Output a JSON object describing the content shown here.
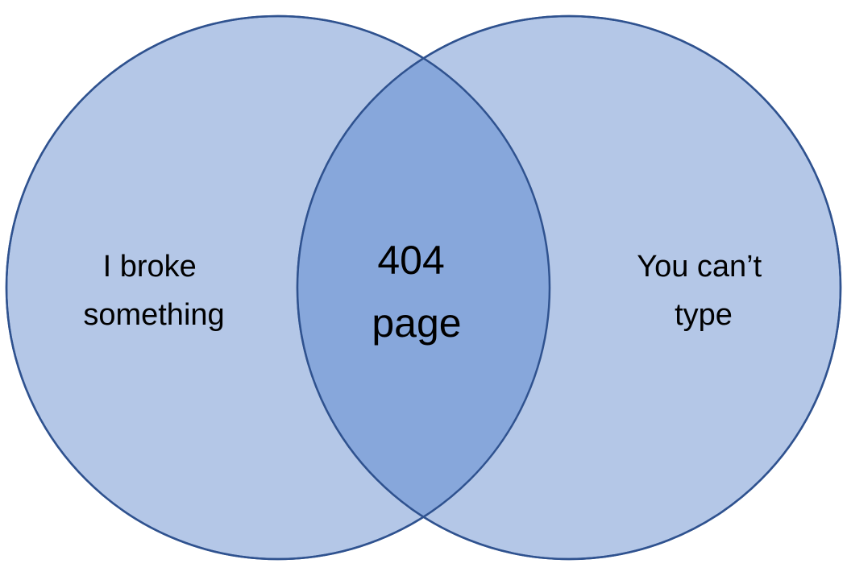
{
  "diagram": {
    "type": "venn",
    "sets": [
      {
        "label_lines": [
          "I broke",
          "something"
        ]
      },
      {
        "label_lines": [
          "You can’t",
          "type"
        ]
      }
    ],
    "intersection": {
      "label_lines": [
        "404",
        "page"
      ]
    },
    "colors": {
      "circle_fill": "#b4c7e7",
      "overlap_fill": "#87a7db",
      "stroke": "#2f528f",
      "background": "#ffffff"
    }
  }
}
